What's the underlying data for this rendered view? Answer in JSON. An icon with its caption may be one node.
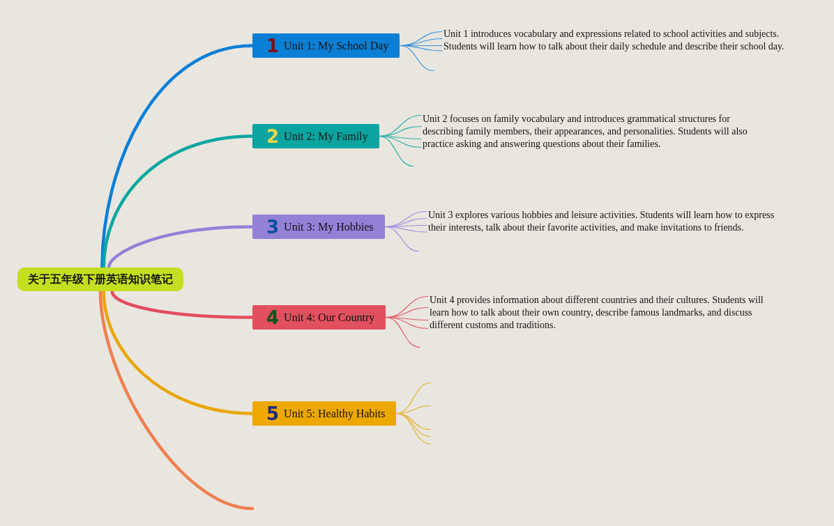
{
  "diagram": {
    "nodes": [
      {
        "text": [
          "关于五年级下册英语知识笔记"
        ]
      },
      {
        "text": [
          "1",
          "Unit 1: My School Day"
        ]
      },
      {
        "text": [
          "Unit 1 introduces vocabulary and expressions related to school activities and subjects. Students will learn how to talk about their daily schedule and describe their school day."
        ]
      },
      {
        "text": [
          "2",
          "Unit 2: My Family"
        ]
      },
      {
        "text": [
          "Unit 2 focuses on family vocabulary and introduces grammatical structures for describing family members, their appearances, and personalities. Students will also practice asking and answering questions about their families."
        ]
      },
      {
        "text": [
          "3",
          "Unit 3: My Hobbies"
        ]
      },
      {
        "text": [
          "Unit 3 explores various hobbies and leisure activities. Students will learn how to express their interests, talk about their favorite activities, and make invitations to friends."
        ]
      },
      {
        "text": [
          "4",
          "Unit 4: Our Country"
        ]
      },
      {
        "text": [
          "Unit 4 provides information about different countries and their cultures. Students will learn how to talk about their own country, describe famous landmarks, and discuss different customs and traditions."
        ]
      },
      {
        "text": [
          "5",
          "Unit 5: Healthy Habits"
        ]
      }
    ],
    "edges": [
      {
        "from": 0,
        "to": 1,
        "arrow": "none",
        "style": "thick",
        "color": "#0a7fd6"
      },
      {
        "from": 0,
        "to": 3,
        "arrow": "none",
        "style": "thick",
        "color": "#0ba6a2"
      },
      {
        "from": 0,
        "to": 5,
        "arrow": "none",
        "style": "thick",
        "color": "#9580d8"
      },
      {
        "from": 0,
        "to": 7,
        "arrow": "none",
        "style": "thick",
        "color": "#e24e5e"
      },
      {
        "from": 0,
        "to": 9,
        "arrow": "none",
        "style": "thick",
        "color": "#eaa600"
      },
      {
        "from": 0,
        "to": null,
        "arrow": "none",
        "style": "thick",
        "color": "#ef7f4f"
      },
      {
        "from": 1,
        "to": 2,
        "arrow": "none",
        "color": "#3a8fdb"
      },
      {
        "from": 1,
        "to": 2,
        "arrow": "none",
        "color": "#3a8fdb"
      },
      {
        "from": 1,
        "to": 2,
        "arrow": "none",
        "color": "#3a8fdb"
      },
      {
        "from": 1,
        "to": 2,
        "arrow": "none",
        "color": "#3a8fdb"
      },
      {
        "from": 1,
        "to": null,
        "arrow": "none",
        "color": "#3a8fdb"
      },
      {
        "from": 3,
        "to": 4,
        "arrow": "none",
        "color": "#2aaea9"
      },
      {
        "from": 3,
        "to": 4,
        "arrow": "none",
        "color": "#2aaea9"
      },
      {
        "from": 3,
        "to": 4,
        "arrow": "none",
        "color": "#2aaea9"
      },
      {
        "from": 3,
        "to": 4,
        "arrow": "none",
        "color": "#2aaea9"
      },
      {
        "from": 3,
        "to": null,
        "arrow": "none",
        "color": "#2aaea9"
      },
      {
        "from": 5,
        "to": 6,
        "arrow": "none",
        "color": "#9d8ee0"
      },
      {
        "from": 5,
        "to": 6,
        "arrow": "none",
        "color": "#9d8ee0"
      },
      {
        "from": 5,
        "to": 6,
        "arrow": "none",
        "color": "#9d8ee0"
      },
      {
        "from": 5,
        "to": 6,
        "arrow": "none",
        "color": "#9d8ee0"
      },
      {
        "from": 5,
        "to": null,
        "arrow": "none",
        "color": "#9d8ee0"
      },
      {
        "from": 7,
        "to": 8,
        "arrow": "none",
        "color": "#e05a68"
      },
      {
        "from": 7,
        "to": 8,
        "arrow": "none",
        "color": "#e05a68"
      },
      {
        "from": 7,
        "to": 8,
        "arrow": "none",
        "color": "#e05a68"
      },
      {
        "from": 7,
        "to": 8,
        "arrow": "none",
        "color": "#e05a68"
      },
      {
        "from": 7,
        "to": null,
        "arrow": "none",
        "color": "#e05a68"
      },
      {
        "from": 9,
        "to": null,
        "arrow": "none",
        "color": "#e6b02a"
      },
      {
        "from": 9,
        "to": null,
        "arrow": "none",
        "color": "#e6b02a"
      },
      {
        "from": 9,
        "to": null,
        "arrow": "none",
        "color": "#e6b02a"
      },
      {
        "from": 9,
        "to": null,
        "arrow": "none",
        "color": "#e6b02a"
      },
      {
        "from": 9,
        "to": null,
        "arrow": "none",
        "color": "#e6b02a"
      }
    ]
  }
}
